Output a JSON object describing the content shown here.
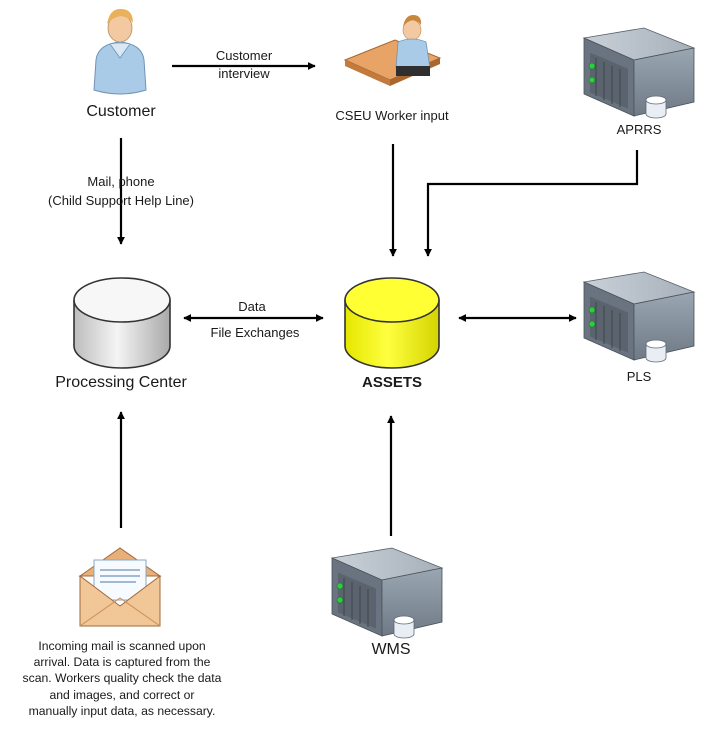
{
  "nodes": {
    "customer": "Customer",
    "worker": "CSEU Worker input",
    "aprrs": "APRRS",
    "processing": "Processing Center",
    "assets": "ASSETS",
    "pls": "PLS",
    "wms": "WMS"
  },
  "edges": {
    "interview_1": "Customer",
    "interview_2": "interview",
    "mail_1": "Mail, phone",
    "mail_2": "(Child Support Help Line)",
    "data_1": "Data",
    "data_2": "File Exchanges"
  },
  "note": "Incoming mail is scanned upon\narrival. Data is captured from the\nscan. Workers quality check the data\nand images, and correct or\nmanually  input data, as necessary.",
  "colors": {
    "assets_fill": "#ffff00",
    "cylinder_fill": "#e8e8e8",
    "arrow": "#000000",
    "server": "#8a96a3"
  },
  "icons": [
    "person-icon",
    "worker-at-computer-icon",
    "server-icon",
    "database-icon",
    "envelope-icon"
  ]
}
